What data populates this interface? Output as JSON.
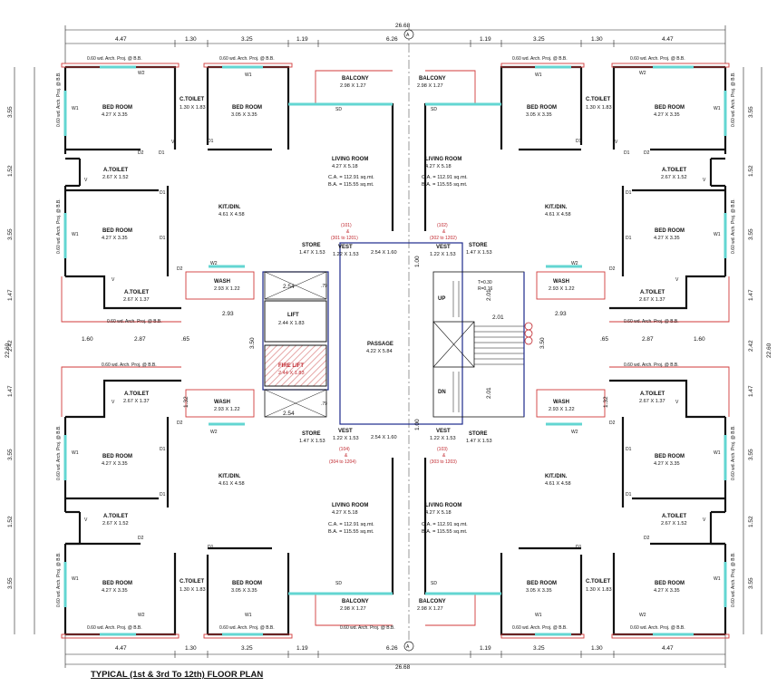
{
  "title": "TYPICAL (1st & 3rd To 12th) FLOOR PLAN",
  "dims": {
    "total_width": "26.68",
    "total_height": "22.60",
    "top_segments": [
      "4.47",
      "1.30",
      "3.25",
      "1.19",
      "6.26",
      "1.19",
      "3.25",
      "1.30",
      "4.47"
    ],
    "side_segments": [
      "3.55",
      "1.52",
      "3.55",
      "1.47",
      "2.42",
      "1.47",
      "3.55",
      "1.52",
      "3.55"
    ],
    "bottom_left_segments": [
      "1.60",
      "2.87",
      ".65"
    ],
    "bottom_right_segments": [
      ".65",
      "2.87",
      "1.60"
    ],
    "wash_offset": "2.93",
    "lift_gap": "3.50",
    "vest_height": "1.32",
    "vest_height_2": "1.00",
    "stair_width": "2.01",
    "stair_gap": "2.01",
    "lift_small": "2.54",
    "lift_small_height": ".79",
    "axis_marker": "A",
    "riser_tread": "T=0.30",
    "riser_height": "R=0.16"
  },
  "rooms": {
    "bed_room": "BED ROOM",
    "bed_size_large": "4.27 X 3.35",
    "bed_size_small": "3.05 X 3.35",
    "c_toilet": "C.TOILET",
    "c_toilet_size": "1.30 X 1.83",
    "a_toilet": "A.TOILET",
    "a_toilet_size_1": "2.67 X 1.52",
    "a_toilet_size_2": "2.67 X 1.37",
    "kit_din": "KIT./DIN.",
    "kit_din_size": "4.61 X 4.58",
    "living_room": "LIVING ROOM",
    "living_size": "4.27 X 5.18",
    "ca": "C.A. = 112.91 sq.mt.",
    "ba": "B.A. = 115.55 sq.mt.",
    "balcony": "BALCONY",
    "balcony_size": "2.98 X 1.27",
    "wash": "WASH",
    "wash_size": "2.93 X 1.22",
    "store": "STORE",
    "store_size": "1.47 X 1.53",
    "vest": "VEST",
    "vest_size": "1.22 X 1.53",
    "lift": "LIFT",
    "lift_size": "2.44 X 1.83",
    "fire_lift": "FIRE LIFT",
    "fire_lift_size": "2.44 X 1.83",
    "passage": "PASSAGE",
    "passage_size": "4.22 X 5.84",
    "lobby_size": "2.54 X 1.60",
    "up": "UP",
    "dn": "DN"
  },
  "flats": {
    "f101": [
      "(101)",
      "&",
      "(301 to 1201)"
    ],
    "f102": [
      "(102)",
      "&",
      "(302 to 1202)"
    ],
    "f103": [
      "(103)",
      "&",
      "(303 to 1203)"
    ],
    "f104": [
      "(104)",
      "&",
      "(304 to 1204)"
    ]
  },
  "labels": {
    "proj_bb": "0.60 wd. Arch. Proj. @ B.B.",
    "proj_short_1": "0.60 wd. Arch.",
    "proj_short_2": "Proj. @ B.B.",
    "sd": "SD",
    "d1": "D1",
    "d2": "D2",
    "w1": "W1",
    "w2": "W2",
    "v": "V"
  },
  "colors": {
    "wall": "#111111",
    "red_line": "#d23a3a",
    "window": "#63d6d2",
    "core_outline": "#1d2a8c",
    "hatch": "#e6a7a7"
  }
}
